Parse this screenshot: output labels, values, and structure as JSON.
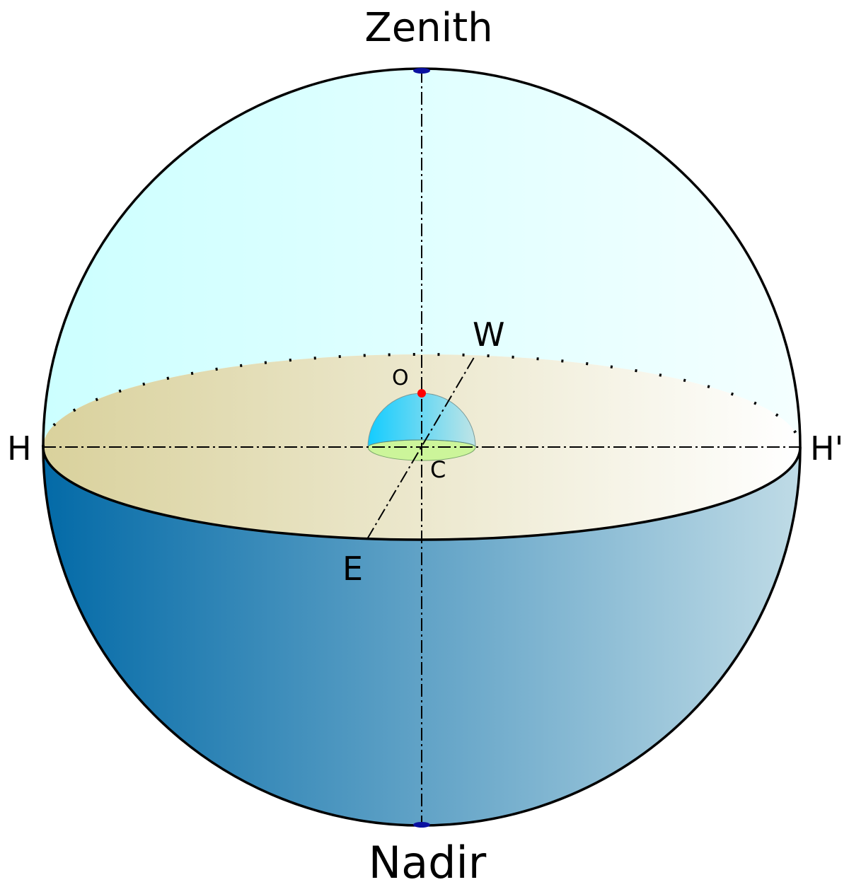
{
  "labels": {
    "zenith": "Zenith",
    "nadir": "Nadir",
    "horizon_left": "H",
    "horizon_right": "H'",
    "west": "W",
    "east": "E",
    "observer": "O",
    "center": "C"
  },
  "colors": {
    "upper_sky_left": "#ccffff",
    "upper_sky_right": "#f4ffff",
    "horizon_plane_left": "#d9d19c",
    "horizon_plane_right": "#ffffff",
    "lower_sphere_left": "#036aa7",
    "lower_sphere_right": "#bfdbe6",
    "small_dome_left": "#13ccff",
    "small_dome_right": "#bfe4e6",
    "small_base": "#ccf59a",
    "pole_marker": "#0a10a0",
    "observer_point": "#ff0000",
    "outline": "#000000"
  }
}
